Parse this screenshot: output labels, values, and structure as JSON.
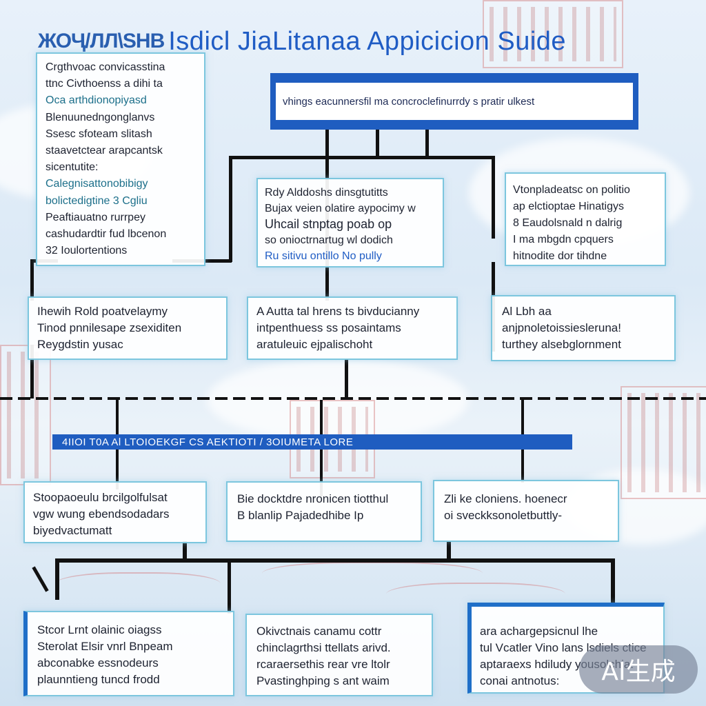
{
  "header": {
    "title_prefix": "ЖОҶ/ЛЛ\\SHB",
    "title_main": "Isdicl JiaLitanaa Appicicion Suide"
  },
  "banner_top": {
    "text": "vhings eacunnersfil ma concroclefinurrdy s pratir ulkest"
  },
  "banner_mid": {
    "text": "4IIOI T0A Al LTOIOEKGF CS AEKTIOTI / 3OIUMETA LORE"
  },
  "card_left": {
    "lines": [
      "Crgthvoac convicasstina",
      "ttnc Civthoenss a dihi ta",
      "Oca arthdionopiyasd",
      "Blenuunedngonglanvs",
      "Ssesc sfoteam slitash",
      "staavetctear arapcantsk",
      "sicentutite:",
      "Calegnisattonobibigy",
      "bolictedigtine 3 Cgliu",
      "Peaftiauatno rurrpey",
      "cashudardtir fud lbcenon",
      "32 Ioulortentions"
    ]
  },
  "card_mid_top": {
    "lines": [
      "Rdy Alddoshs dinsgtutitts",
      "Bujax veien olatire aypocimy w",
      "Uhcail stnptag poab op",
      "so onioctrnartug wl dodich",
      "Ru sitivu  ontillo No pully"
    ]
  },
  "card_right_top": {
    "lines": [
      "Vtonpladeatsc on politio",
      "ap elctioptae Hinatigys",
      "8 Eaudolsnald n dalrig",
      "I ma mbgdn cpquers",
      "hitnodite dor tihdne"
    ]
  },
  "row2": [
    {
      "lines": [
        "Ihewih Rold poatvelaymy",
        "Tinod pnnilesape zsexiditen",
        "Reygdstin yusac"
      ]
    },
    {
      "lines": [
        "A Autta tal hrens ts bivducianny",
        "intpenthuess ss posaintams",
        "aratuleuic ejpalischoht"
      ]
    },
    {
      "lines": [
        "Al Lbh aa",
        "anjpnoletoissiesleruna!",
        "turthey alsebglornment"
      ]
    }
  ],
  "row3": [
    {
      "lines": [
        "Stoopaoeulu brcilgolfulsat",
        "vgw wung ebendsodadars",
        "biyedvactumatt"
      ]
    },
    {
      "lines": [
        "Bie docktdre nronicen tiotthul",
        "B blanlip Pajadedhibe Ip"
      ]
    },
    {
      "lines": [
        "Zli ke cloniens. hoenecr",
        "oi sveckksonoletbuttly-"
      ]
    }
  ],
  "row4": [
    {
      "lines": [
        "Stcor Lrnt olainic oiagss",
        "Sterolat Elsir  vnrl Bnpeam",
        "abconabke essnodeurs",
        "plaunntieng tuncd frodd"
      ]
    },
    {
      "lines": [
        "Okivctnais canamu cottr",
        "chinclagrthsi ttellats arivd.",
        "rcaraersethis rear vre ltolr",
        "Pvastinghping s ant waim"
      ]
    },
    {
      "lines": [
        "ara achargepsicnul lhe",
        "tul Vcatler Vino lans lsdiels ctice",
        "aptaraexs hdiludy yousolchia.",
        "conai antnotus:"
      ]
    }
  ],
  "watermark": {
    "text": "AI生成"
  }
}
